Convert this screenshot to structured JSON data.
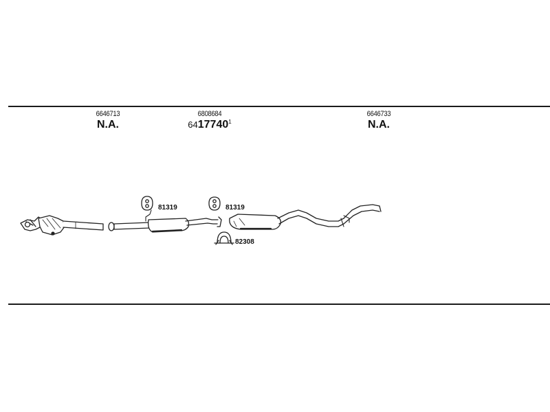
{
  "columns": [
    {
      "oe_number": "6646713",
      "part_prefix": "",
      "part_main": "N.A.",
      "part_suffix": ""
    },
    {
      "oe_number": "6808684",
      "part_prefix": "64",
      "part_main": "17740",
      "part_suffix": "1"
    },
    {
      "oe_number": "6646733",
      "part_prefix": "",
      "part_main": "N.A.",
      "part_suffix": ""
    }
  ],
  "callouts": {
    "hanger_front": "81319",
    "hanger_rear": "81319",
    "clamp": "82308"
  }
}
